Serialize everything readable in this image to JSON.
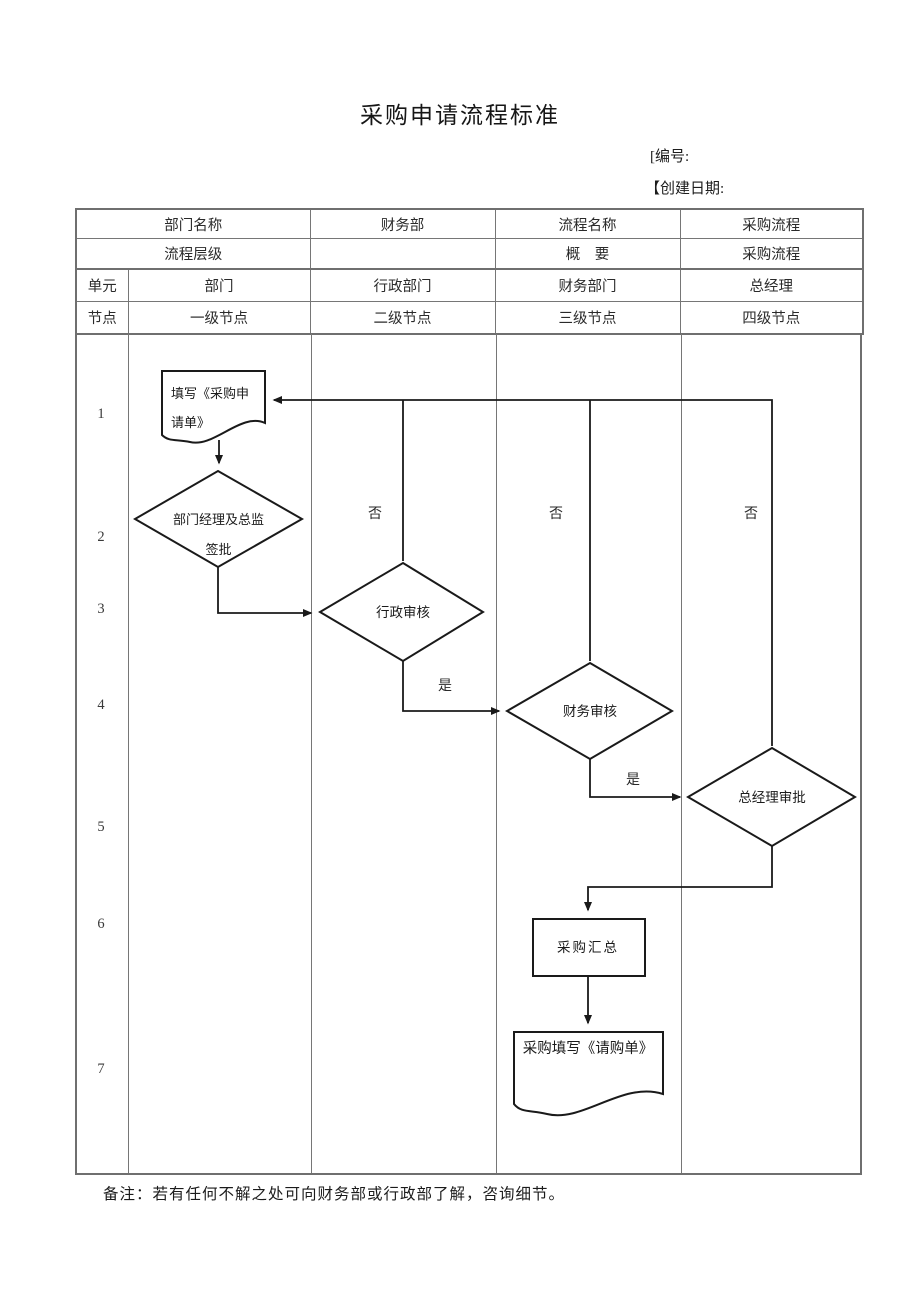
{
  "page": {
    "title": "采购申请流程标准",
    "doc_number_label": "[编号:",
    "created_date_label": "【创建日期:",
    "note": "备注：若有任何不解之处可向财务部或行政部了解，咨询细节。"
  },
  "colors": {
    "flow_line": "#1a1a1a",
    "table_border": "#767676"
  },
  "info_table": {
    "row1": [
      "部门名称",
      "财务部",
      "流程名称",
      "采购流程"
    ],
    "row2": [
      "流程层级",
      "",
      "概　要",
      "采购流程"
    ],
    "row3": [
      "单元",
      "部门",
      "行政部门",
      "财务部门",
      "总经理"
    ],
    "row4": [
      "节点",
      "一级节点",
      "二级节点",
      "三级节点",
      "四级节点"
    ]
  },
  "flowchart": {
    "row_numbers": [
      "1",
      "2",
      "3",
      "4",
      "5",
      "6",
      "7"
    ],
    "nodes": {
      "fill_request": {
        "type": "document",
        "label": "填写《采购申请单》"
      },
      "dept_manager_sign": {
        "type": "decision",
        "label": "部门经理及总监签批"
      },
      "admin_review": {
        "type": "decision",
        "label": "行政审核"
      },
      "finance_review": {
        "type": "decision",
        "label": "财务审核"
      },
      "gm_approve": {
        "type": "decision",
        "label": "总经理审批"
      },
      "purchase_summary": {
        "type": "process",
        "label": "采购汇总"
      },
      "fill_purchase_order": {
        "type": "document",
        "label": "采购填写《请购单》"
      }
    },
    "edge_labels": {
      "no": "否",
      "yes": "是"
    }
  }
}
